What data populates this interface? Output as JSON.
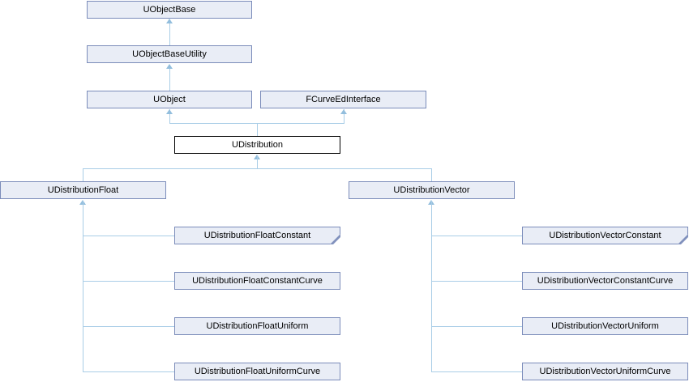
{
  "colors": {
    "box_fill": "#e9edf6",
    "box_border": "#7b8cba",
    "current_box_fill": "#ffffff",
    "current_box_border": "#000000",
    "edge_line": "#a9cde7",
    "arrowhead": "#93bedd",
    "text": "#000000"
  },
  "nodes": [
    {
      "id": "uobjectbase",
      "label": "UObjectBase"
    },
    {
      "id": "uobjectbaseutility",
      "label": "UObjectBaseUtility"
    },
    {
      "id": "uobject",
      "label": "UObject"
    },
    {
      "id": "fcurveedinterface",
      "label": "FCurveEdInterface"
    },
    {
      "id": "udistribution",
      "label": "UDistribution",
      "current": true
    },
    {
      "id": "udistributionfloat",
      "label": "UDistributionFloat"
    },
    {
      "id": "udistributionvector",
      "label": "UDistributionVector"
    },
    {
      "id": "udistributionfloatconstant",
      "label": "UDistributionFloatConstant",
      "truncated": true
    },
    {
      "id": "udistributionfloatconstantcurve",
      "label": "UDistributionFloatConstantCurve"
    },
    {
      "id": "udistributionfloatuniform",
      "label": "UDistributionFloatUniform"
    },
    {
      "id": "udistributionfloatuniformcurve",
      "label": "UDistributionFloatUniformCurve"
    },
    {
      "id": "udistributionvectorconstant",
      "label": "UDistributionVectorConstant",
      "truncated": true
    },
    {
      "id": "udistributionvectorconstantcurve",
      "label": "UDistributionVectorConstantCurve"
    },
    {
      "id": "udistributionvectoruniform",
      "label": "UDistributionVectorUniform"
    },
    {
      "id": "udistributionvectoruniformcurve",
      "label": "UDistributionVectorUniformCurve"
    }
  ]
}
